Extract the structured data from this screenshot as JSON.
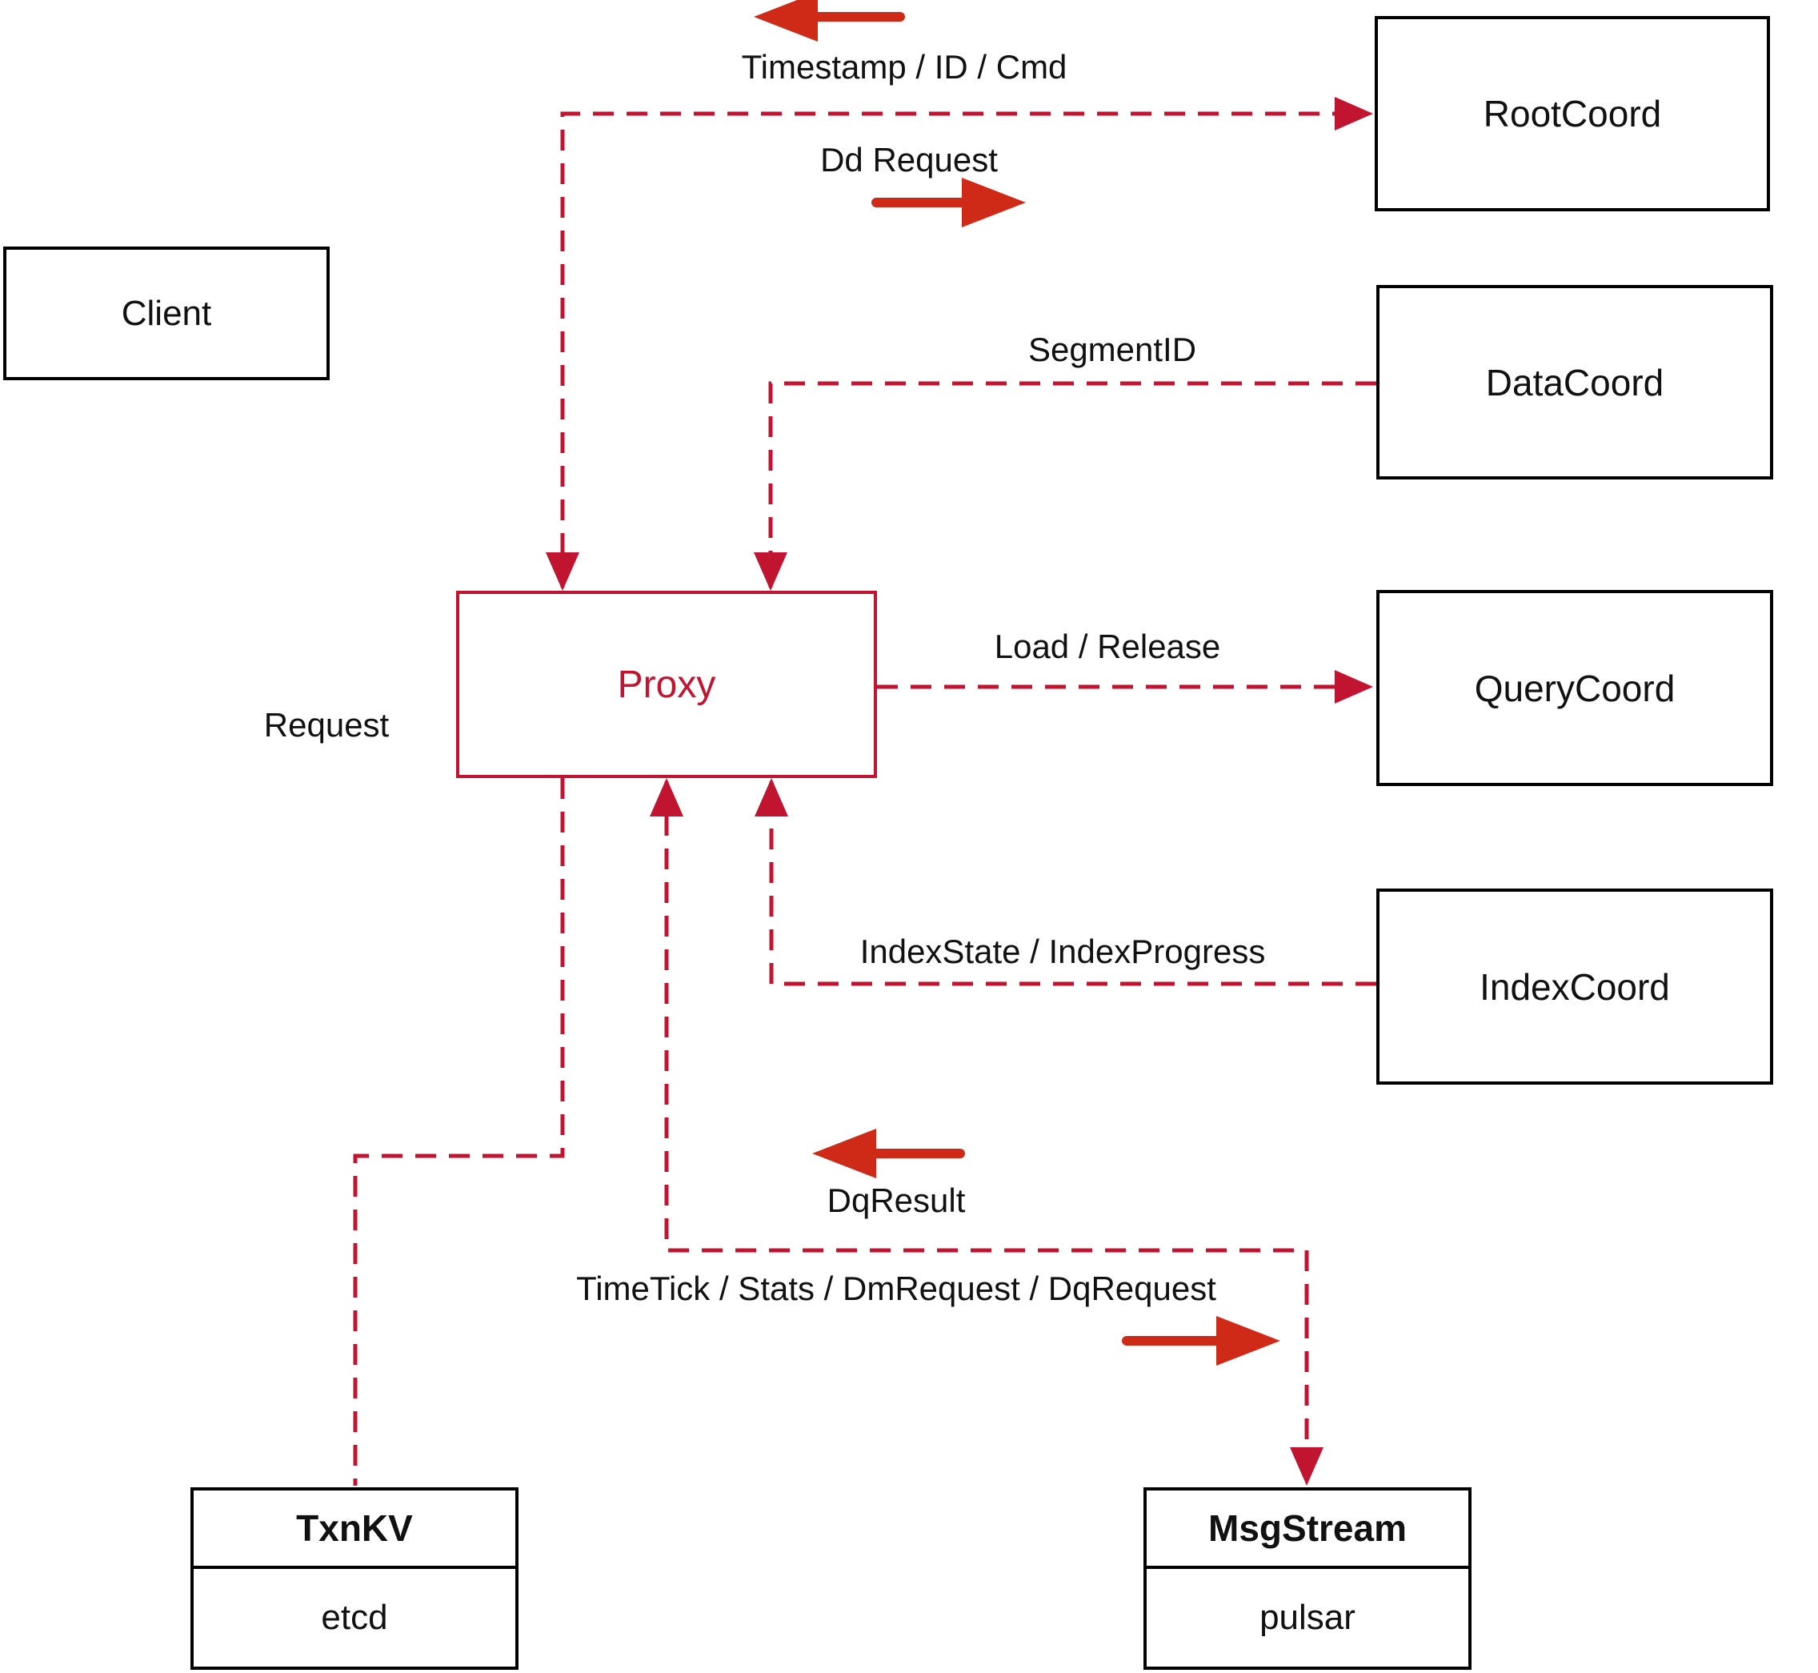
{
  "nodes": {
    "client": {
      "label": "Client"
    },
    "proxy": {
      "label": "Proxy"
    },
    "rootcoord": {
      "label": "RootCoord"
    },
    "datacoord": {
      "label": "DataCoord"
    },
    "querycoord": {
      "label": "QueryCoord"
    },
    "indexcoord": {
      "label": "IndexCoord"
    },
    "txnkv": {
      "title": "TxnKV",
      "subtitle": "etcd"
    },
    "msgstream": {
      "title": "MsgStream",
      "subtitle": "pulsar"
    }
  },
  "edge_labels": {
    "timestamp_id_cmd": "Timestamp / ID / Cmd",
    "dd_request": "Dd Request",
    "segment_id": "SegmentID",
    "load_release": "Load / Release",
    "index_state": "IndexState / IndexProgress",
    "request": "Request",
    "dq_result": "DqResult",
    "timetick": "TimeTick / Stats / DmRequest / DqRequest"
  },
  "colors": {
    "dashed_line_red": "#c01430",
    "solid_arrow_red": "#cf2a18",
    "box_border": "#000000",
    "text": "#111111",
    "background": "#ffffff"
  }
}
